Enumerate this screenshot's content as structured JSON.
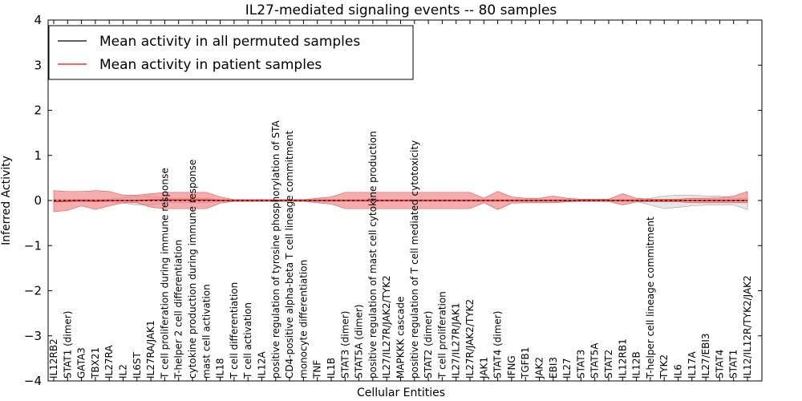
{
  "chart_data": {
    "type": "line",
    "title": "IL27-mediated signaling events -- 80 samples",
    "xlabel": "Cellular Entities",
    "ylabel": "Inferred Activity",
    "ylim": [
      -4,
      4
    ],
    "yticks": [
      4,
      3,
      2,
      1,
      0,
      -1,
      -2,
      -3,
      -4
    ],
    "grid": false,
    "legend_position": "top-left",
    "categories": [
      "IL12RB2",
      "STAT1 (dimer)",
      "GATA3",
      "TBX21",
      "IL27RA",
      "IL2",
      "IL6ST",
      "IL27RA/JAK1",
      "T cell proliferation during immune response",
      "T-helper 2 cell differentiation",
      "cytokine production during immune response",
      "mast cell activation",
      "IL18",
      "T cell differentiation",
      "T cell activation",
      "IL12A",
      "positive regulation of tyrosine phosphorylation of STA",
      "CD4-positive alpha-beta T cell lineage commitment",
      "monocyte differentiation",
      "TNF",
      "IL1B",
      "STAT3 (dimer)",
      "STAT5A (dimer)",
      "positive regulation of mast cell cytokine production",
      "IL27/IL27R/JAK2/TYK2",
      "MAPKKK cascade",
      "positive regulation of T cell mediated cytotoxicity",
      "STAT2 (dimer)",
      "T cell proliferation",
      "IL27/IL27R/JAK1",
      "IL27R/JAK2/TYK2",
      "JAK1",
      "STAT4 (dimer)",
      "IFNG",
      "TGFB1",
      "JAK2",
      "EBI3",
      "IL27",
      "STAT3",
      "STAT5A",
      "STAT2",
      "IL12RB1",
      "IL12B",
      "T-helper cell lineage commitment",
      "TYK2",
      "IL6",
      "IL17A",
      "IL27/EBI3",
      "STAT4",
      "STAT1",
      "IL12/IL12R/TYK2/JAK2"
    ],
    "series": [
      {
        "name": "Mean activity in all permuted samples",
        "color": "#000000",
        "values": [
          0.0,
          0.0,
          0.0,
          0.0,
          0.0,
          0.0,
          0.0,
          0.0,
          0.0,
          0.0,
          0.0,
          0.0,
          0.0,
          0.0,
          0.0,
          0.0,
          0.0,
          0.0,
          0.0,
          0.0,
          0.0,
          0.0,
          0.0,
          0.0,
          0.0,
          0.0,
          0.0,
          0.0,
          0.0,
          0.0,
          0.0,
          0.0,
          0.0,
          0.0,
          0.0,
          0.0,
          0.0,
          0.0,
          0.0,
          0.0,
          0.0,
          0.0,
          0.0,
          0.0,
          0.0,
          0.0,
          0.0,
          0.0,
          0.0,
          0.0,
          0.0
        ],
        "upper": [
          0.03,
          0.03,
          0.03,
          0.03,
          0.03,
          0.06,
          0.1,
          0.1,
          0.05,
          0.05,
          0.05,
          0.05,
          0.02,
          0.02,
          0.02,
          0.02,
          0.02,
          0.02,
          0.02,
          0.02,
          0.02,
          0.02,
          0.02,
          0.02,
          0.02,
          0.02,
          0.02,
          0.02,
          0.02,
          0.02,
          0.02,
          0.02,
          0.02,
          0.02,
          0.02,
          0.02,
          0.02,
          0.02,
          0.02,
          0.02,
          0.02,
          0.02,
          0.02,
          0.05,
          0.1,
          0.12,
          0.12,
          0.1,
          0.1,
          0.05,
          0.05
        ],
        "lower": [
          -0.03,
          -0.03,
          -0.03,
          -0.03,
          -0.03,
          -0.06,
          -0.1,
          -0.1,
          -0.05,
          -0.05,
          -0.05,
          -0.05,
          -0.02,
          -0.02,
          -0.02,
          -0.02,
          -0.02,
          -0.02,
          -0.02,
          -0.02,
          -0.02,
          -0.02,
          -0.02,
          -0.02,
          -0.02,
          -0.02,
          -0.02,
          -0.02,
          -0.02,
          -0.02,
          -0.02,
          -0.02,
          -0.02,
          -0.02,
          -0.02,
          -0.02,
          -0.02,
          -0.02,
          -0.02,
          -0.02,
          -0.02,
          -0.02,
          -0.02,
          -0.1,
          -0.18,
          -0.15,
          -0.12,
          -0.1,
          -0.1,
          -0.1,
          -0.2
        ]
      },
      {
        "name": "Mean activity in patient samples",
        "color": "#ff0000",
        "values": [
          -0.02,
          -0.01,
          0.0,
          -0.01,
          0.0,
          0.0,
          0.0,
          0.01,
          0.01,
          0.01,
          0.01,
          0.01,
          0.0,
          0.0,
          0.0,
          0.0,
          0.0,
          0.0,
          0.0,
          0.0,
          0.0,
          0.0,
          0.0,
          0.0,
          0.0,
          0.0,
          0.0,
          0.0,
          0.0,
          0.0,
          0.0,
          0.0,
          0.0,
          0.0,
          0.0,
          0.0,
          0.0,
          0.0,
          0.0,
          0.0,
          0.0,
          0.0,
          0.0,
          0.0,
          0.0,
          0.0,
          0.0,
          0.0,
          0.0,
          0.0,
          0.0
        ],
        "upper": [
          0.22,
          0.2,
          0.2,
          0.22,
          0.2,
          0.12,
          0.12,
          0.15,
          0.18,
          0.18,
          0.18,
          0.18,
          0.08,
          0.02,
          0.02,
          0.02,
          0.02,
          0.02,
          0.02,
          0.05,
          0.08,
          0.18,
          0.18,
          0.18,
          0.18,
          0.18,
          0.18,
          0.18,
          0.18,
          0.18,
          0.18,
          0.05,
          0.2,
          0.08,
          0.05,
          0.05,
          0.1,
          0.05,
          0.03,
          0.03,
          0.03,
          0.15,
          0.05,
          0.03,
          0.03,
          0.03,
          0.05,
          0.05,
          0.06,
          0.1,
          0.2
        ],
        "lower": [
          -0.25,
          -0.22,
          -0.12,
          -0.2,
          -0.12,
          -0.05,
          -0.05,
          -0.15,
          -0.18,
          -0.18,
          -0.18,
          -0.18,
          -0.06,
          -0.02,
          -0.02,
          -0.02,
          -0.02,
          -0.02,
          -0.02,
          -0.05,
          -0.08,
          -0.18,
          -0.18,
          -0.18,
          -0.18,
          -0.18,
          -0.18,
          -0.18,
          -0.18,
          -0.18,
          -0.18,
          -0.05,
          -0.2,
          -0.06,
          -0.05,
          -0.05,
          -0.05,
          -0.03,
          -0.02,
          -0.02,
          -0.02,
          -0.1,
          -0.03,
          -0.03,
          -0.03,
          -0.03,
          -0.05,
          -0.05,
          -0.05,
          -0.05,
          -0.05
        ]
      }
    ]
  }
}
